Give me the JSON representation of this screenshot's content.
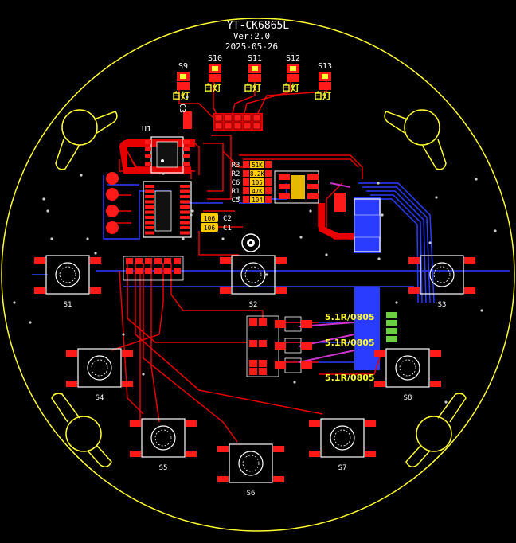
{
  "board": {
    "name": "YT-CK6865L",
    "version": "Ver:2.0",
    "date": "2025-05-26"
  },
  "leds": [
    {
      "ref": "S9",
      "label": "白灯"
    },
    {
      "ref": "S10",
      "label": "白灯"
    },
    {
      "ref": "S11",
      "label": "白灯"
    },
    {
      "ref": "S12",
      "label": "白灯"
    },
    {
      "ref": "S13",
      "label": "白灯"
    }
  ],
  "switches": [
    "S1",
    "S2",
    "S3",
    "S4",
    "S5",
    "S6",
    "S7",
    "S8"
  ],
  "ic": {
    "u1": "U1",
    "c3": "C3"
  },
  "resistors_mid": [
    {
      "ref": "R3",
      "value": "51K"
    },
    {
      "ref": "R2",
      "value": "8.2K"
    },
    {
      "ref": "C6",
      "value": "105"
    },
    {
      "ref": "R1",
      "value": "47K"
    },
    {
      "ref": "C5",
      "value": "104"
    }
  ],
  "caps_left": [
    {
      "ref": "C2",
      "value": "106"
    },
    {
      "ref": "C1",
      "value": "106"
    }
  ],
  "sense": [
    {
      "label": "5.1R/0805"
    },
    {
      "label": "5.1R/0805"
    },
    {
      "label": "5.1R/0805"
    }
  ],
  "colors": {
    "outline": "#ffff33",
    "copper_top": "#e60000",
    "copper_bottom": "#2a3cff",
    "silk": "#ffffff",
    "pad": "#ff1a1a"
  }
}
